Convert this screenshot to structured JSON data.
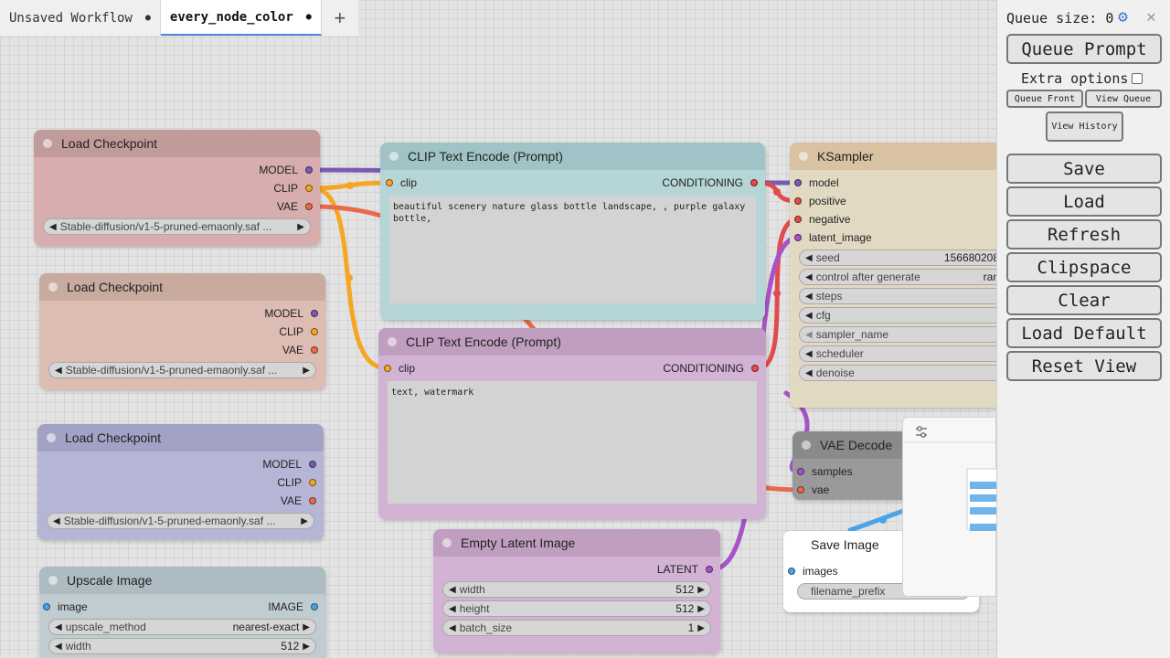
{
  "tabs": [
    {
      "label": "Unsaved Workflow",
      "marker": "●"
    },
    {
      "label": "every_node_color",
      "marker": "●"
    }
  ],
  "tab_add": "+",
  "panel": {
    "queue_size": "Queue size: 0",
    "gear_icon": "⚙",
    "close_icon": "✕",
    "queue_prompt": "Queue Prompt",
    "extra_options": "Extra options",
    "queue_front": "Queue Front",
    "view_queue": "View Queue",
    "view_history": "View History",
    "save": "Save",
    "load": "Load",
    "refresh": "Refresh",
    "clipspace": "Clipspace",
    "clear": "Clear",
    "load_default": "Load Default",
    "reset_view": "Reset View"
  },
  "nodes": {
    "ckpt1": {
      "title": "Load Checkpoint",
      "out_model": "MODEL",
      "out_clip": "CLIP",
      "out_vae": "VAE",
      "ckpt": "Stable-diffusion/v1-5-pruned-emaonly.saf ..."
    },
    "ckpt2": {
      "title": "Load Checkpoint",
      "out_model": "MODEL",
      "out_clip": "CLIP",
      "out_vae": "VAE",
      "ckpt": "Stable-diffusion/v1-5-pruned-emaonly.saf ..."
    },
    "ckpt3": {
      "title": "Load Checkpoint",
      "out_model": "MODEL",
      "out_clip": "CLIP",
      "out_vae": "VAE",
      "ckpt": "Stable-diffusion/v1-5-pruned-emaonly.saf ..."
    },
    "upscale": {
      "title": "Upscale Image",
      "in_image": "image",
      "out_image": "IMAGE",
      "method_label": "upscale_method",
      "method_value": "nearest-exact",
      "width_label": "width",
      "width_value": "512"
    },
    "clip_pos": {
      "title": "CLIP Text Encode (Prompt)",
      "in_clip": "clip",
      "out": "CONDITIONING",
      "text": "beautiful scenery nature glass bottle landscape, , purple galaxy bottle,"
    },
    "clip_neg": {
      "title": "CLIP Text Encode (Prompt)",
      "in_clip": "clip",
      "out": "CONDITIONING",
      "text": "text, watermark"
    },
    "latent": {
      "title": "Empty Latent Image",
      "out": "LATENT",
      "width_label": "width",
      "width_value": "512",
      "height_label": "height",
      "height_value": "512",
      "batch_label": "batch_size",
      "batch_value": "1"
    },
    "ksampler": {
      "title": "KSampler",
      "in_model": "model",
      "in_positive": "positive",
      "in_negative": "negative",
      "in_latent": "latent_image",
      "seed_label": "seed",
      "seed_value": "156680208",
      "cag_label": "control after generate",
      "cag_value": "ran",
      "steps_label": "steps",
      "cfg_label": "cfg",
      "sampler_label": "sampler_name",
      "scheduler_label": "scheduler",
      "denoise_label": "denoise"
    },
    "vae_decode": {
      "title": "VAE Decode",
      "in_samples": "samples",
      "in_vae": "vae"
    },
    "save_image": {
      "title": "Save Image",
      "in_images": "images",
      "prefix_label": "filename_prefix"
    }
  },
  "arrows": {
    "left": "◀",
    "right": "▶"
  },
  "colors": {
    "model": "#7b5bb0",
    "clip": "#f5a623",
    "vae": "#e86a4a",
    "conditioning": "#e04c4c",
    "latent": "#a653c8",
    "image": "#4aa3e8",
    "ckpt1_body": "#d7adad",
    "ckpt1_title": "#c19a9a",
    "ckpt2_body": "#dcbcb3",
    "ckpt2_title": "#c8aa9f",
    "ckpt3_body": "#b5b5d6",
    "ckpt3_title": "#a2a2c6",
    "upscale_body": "#c1ccd1",
    "upscale_title": "#adbbc2",
    "clip_pos_body": "#b5d5d7",
    "clip_pos_title": "#9fc3c6",
    "clip_neg_body": "#d3b3d3",
    "clip_neg_title": "#bf9ebf",
    "latent_body": "#d3b3d3",
    "latent_title": "#bf9ebf",
    "ksampler_body": "#e2d9c2",
    "ksampler_title": "#d8c2a2",
    "vae_decode_body": "#9a9a9a",
    "vae_decode_title": "#8a8a8a",
    "save_image_body": "#ffffff"
  }
}
